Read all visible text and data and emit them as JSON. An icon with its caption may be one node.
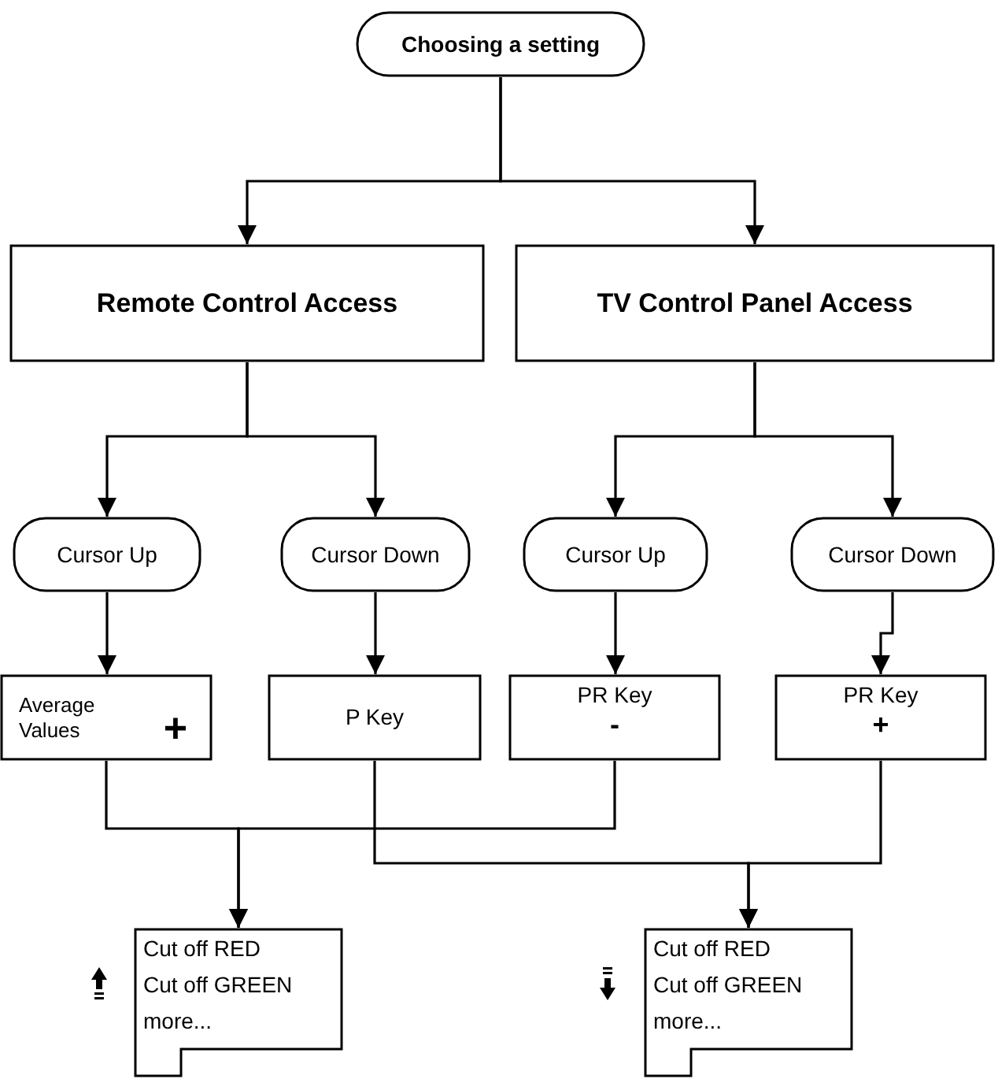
{
  "diagram": {
    "nodes": [
      {
        "text": [
          "Choosing a setting"
        ]
      },
      {
        "text": [
          "Remote Control Access"
        ]
      },
      {
        "text": [
          "TV Control Panel Access"
        ]
      },
      {
        "text": [
          "Cursor Up"
        ]
      },
      {
        "text": [
          "Cursor Down"
        ]
      },
      {
        "text": [
          "Cursor Up"
        ]
      },
      {
        "text": [
          "Cursor Down"
        ]
      },
      {
        "text": [
          "Average Values",
          "+"
        ]
      },
      {
        "text": [
          "P Key"
        ]
      },
      {
        "text": [
          "PR Key",
          "-"
        ]
      },
      {
        "text": [
          "PR Key",
          "+"
        ]
      },
      {
        "text": [
          "Cut off RED",
          "Cut off GREEN",
          "more..."
        ]
      },
      {
        "text": [
          "Cut off RED",
          "Cut off GREEN",
          "more..."
        ]
      }
    ],
    "edges": [
      {
        "from": 0,
        "to": 1,
        "arrow": "to"
      },
      {
        "from": 0,
        "to": 2,
        "arrow": "to"
      },
      {
        "from": 1,
        "to": 3,
        "arrow": "to"
      },
      {
        "from": 1,
        "to": 4,
        "arrow": "to"
      },
      {
        "from": 2,
        "to": 5,
        "arrow": "to"
      },
      {
        "from": 2,
        "to": 6,
        "arrow": "to"
      },
      {
        "from": 3,
        "to": 7,
        "arrow": "to"
      },
      {
        "from": 4,
        "to": 8,
        "arrow": "to"
      },
      {
        "from": 5,
        "to": 9,
        "arrow": "to"
      },
      {
        "from": 6,
        "to": 10,
        "arrow": "to"
      },
      {
        "from": 7,
        "to": 11,
        "arrow": "to"
      },
      {
        "from": 9,
        "to": 11,
        "arrow": "to"
      },
      {
        "from": 8,
        "to": 12,
        "arrow": "to"
      },
      {
        "from": 10,
        "to": 12,
        "arrow": "to"
      }
    ]
  }
}
